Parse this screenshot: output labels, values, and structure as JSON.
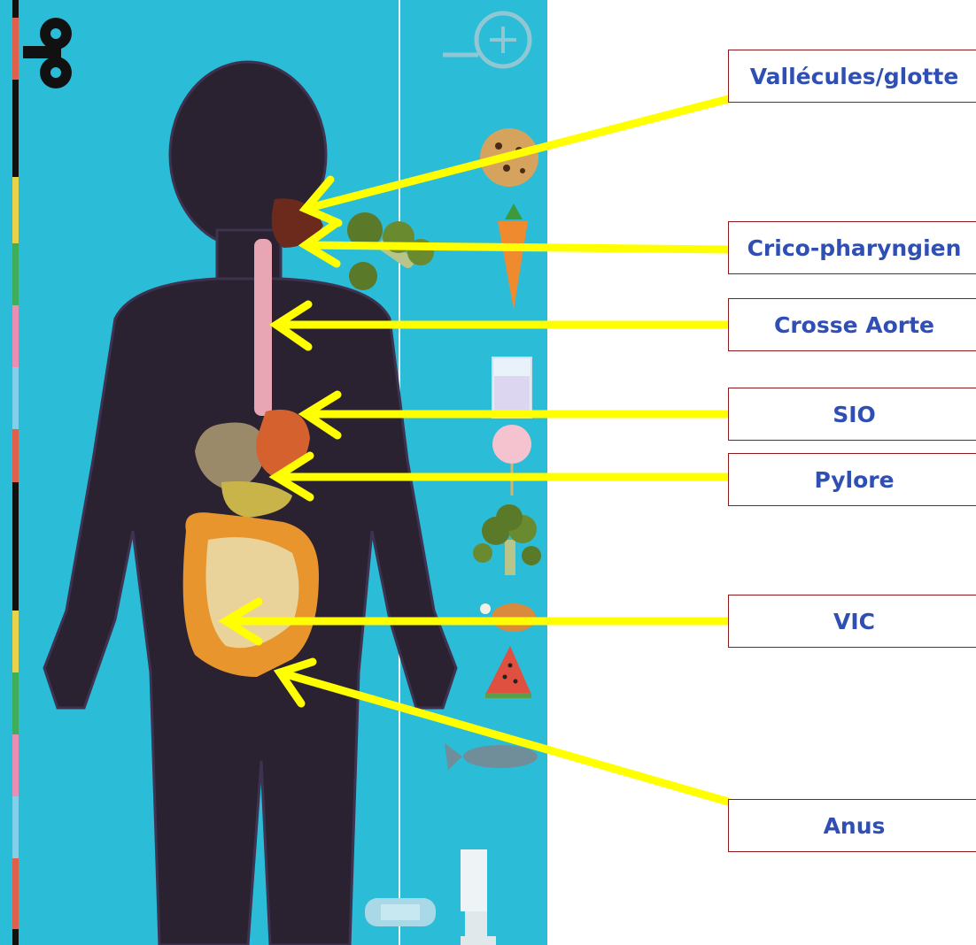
{
  "labels": [
    {
      "id": "vallecules",
      "text": "Vallécules/glotte"
    },
    {
      "id": "crico",
      "text": "Crico-pharyngien"
    },
    {
      "id": "crosse",
      "text": "Crosse Aorte"
    },
    {
      "id": "sio",
      "text": "SIO"
    },
    {
      "id": "pylore",
      "text": "Pylore"
    },
    {
      "id": "vic",
      "text": "VIC"
    },
    {
      "id": "anus",
      "text": "Anus"
    }
  ],
  "colors": {
    "background": "#2bbcd8",
    "body": "#2a2230",
    "arrow": "#ffff00",
    "label_text": "#2f4fb5",
    "label_border": "#8b1a1a"
  },
  "icons": [
    "wind-up-key-icon",
    "magnifier-icon",
    "cookie-icon",
    "carrot-icon",
    "milk-glass-icon",
    "ice-cream-icon",
    "broccoli-icon",
    "chicken-leg-icon",
    "watermelon-icon",
    "fish-icon",
    "leg-icon",
    "bandage-icon"
  ]
}
